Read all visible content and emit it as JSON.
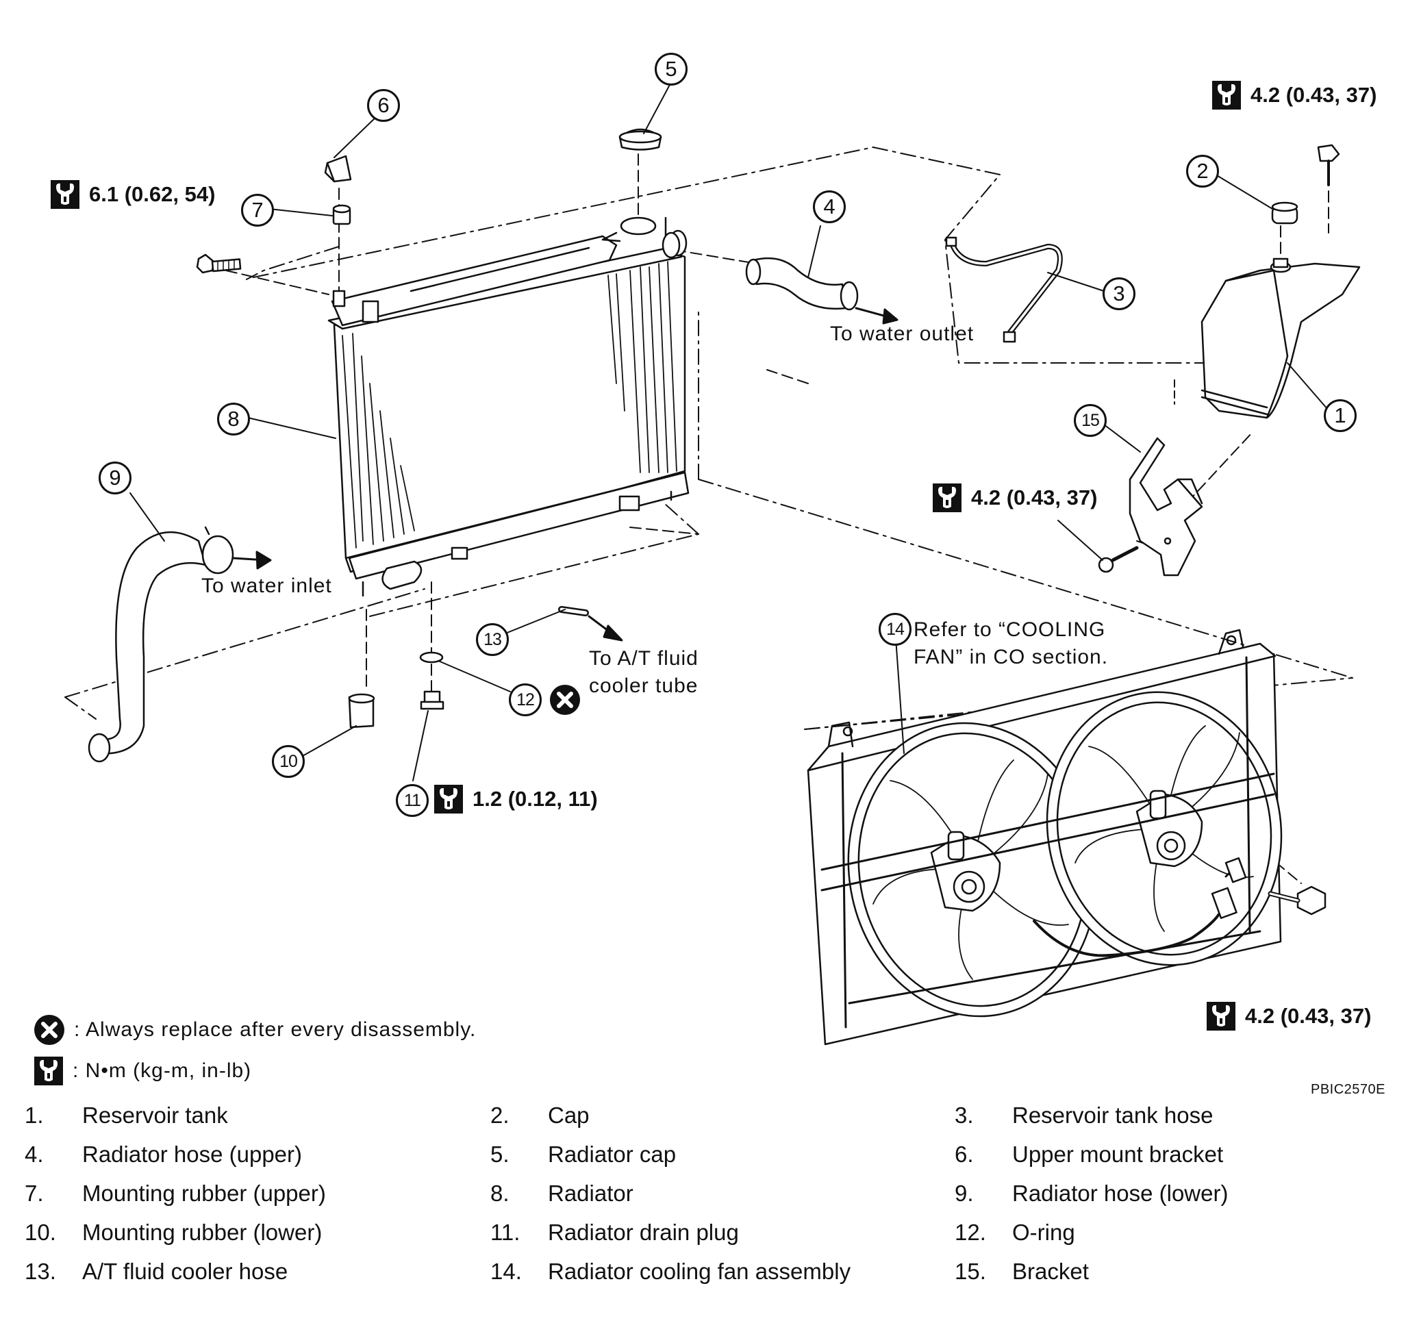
{
  "callouts": [
    "1",
    "2",
    "3",
    "4",
    "5",
    "6",
    "7",
    "8",
    "9",
    "10",
    "11",
    "12",
    "13",
    "14",
    "15"
  ],
  "torques": {
    "t1": "6.1 (0.62, 54)",
    "t2": "4.2 (0.43, 37)",
    "t3": "4.2 (0.43, 37)",
    "t4": "1.2 (0.12, 11)",
    "t5": "4.2 (0.43, 37)"
  },
  "notes": {
    "water_outlet": "To water outlet",
    "water_inlet": "To water inlet",
    "at_line1": "To A/T fluid",
    "at_line2": "cooler tube",
    "fan_line1": "Refer to “COOLING",
    "fan_line2": "FAN” in CO section."
  },
  "legend": {
    "replace": ": Always replace after every disassembly.",
    "torque_unit": ": N•m (kg-m, in-lb)"
  },
  "figure_code": "PBIC2570E",
  "parts": [
    {
      "num": "1.",
      "name": "Reservoir tank"
    },
    {
      "num": "2.",
      "name": "Cap"
    },
    {
      "num": "3.",
      "name": "Reservoir tank hose"
    },
    {
      "num": "4.",
      "name": "Radiator hose (upper)"
    },
    {
      "num": "5.",
      "name": "Radiator cap"
    },
    {
      "num": "6.",
      "name": "Upper mount bracket"
    },
    {
      "num": "7.",
      "name": "Mounting rubber (upper)"
    },
    {
      "num": "8.",
      "name": "Radiator"
    },
    {
      "num": "9.",
      "name": "Radiator hose (lower)"
    },
    {
      "num": "10.",
      "name": "Mounting rubber (lower)"
    },
    {
      "num": "11.",
      "name": "Radiator drain plug"
    },
    {
      "num": "12.",
      "name": "O-ring"
    },
    {
      "num": "13.",
      "name": "A/T fluid cooler hose"
    },
    {
      "num": "14.",
      "name": "Radiator cooling fan assembly"
    },
    {
      "num": "15.",
      "name": "Bracket"
    }
  ]
}
